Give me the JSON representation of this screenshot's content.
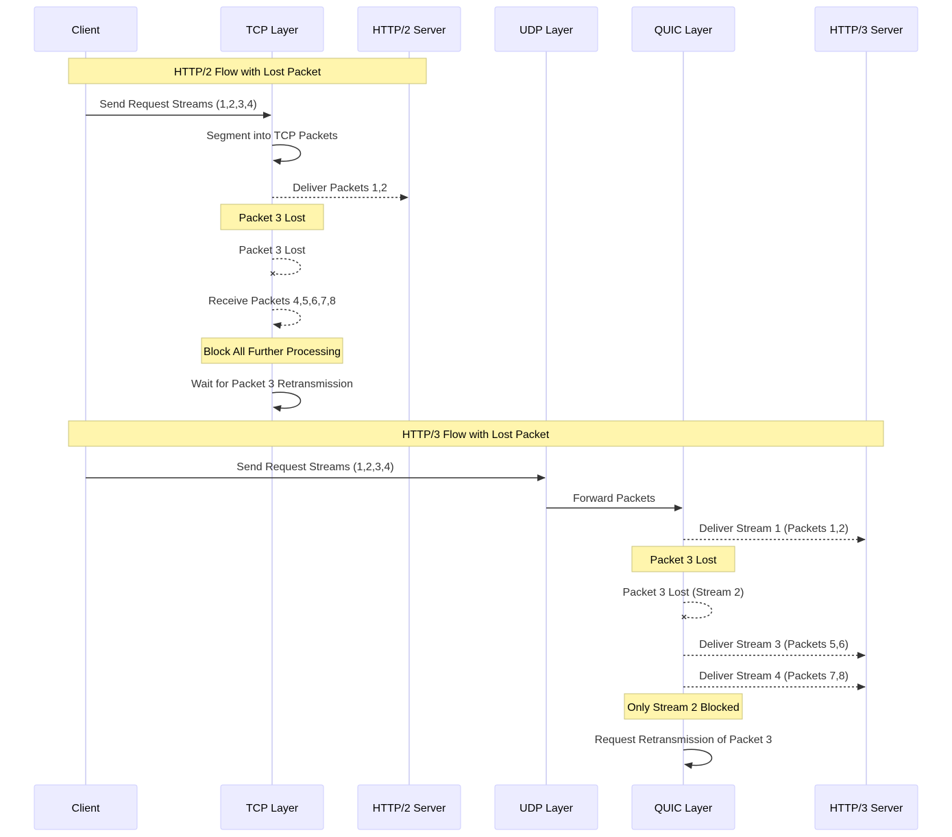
{
  "participants": [
    {
      "id": "client",
      "label": "Client"
    },
    {
      "id": "tcp",
      "label": "TCP Layer"
    },
    {
      "id": "h2",
      "label": "HTTP/2 Server"
    },
    {
      "id": "udp",
      "label": "UDP Layer"
    },
    {
      "id": "quic",
      "label": "QUIC Layer"
    },
    {
      "id": "h3",
      "label": "HTTP/3 Server"
    }
  ],
  "sections": [
    {
      "label": "HTTP/2 Flow with Lost Packet"
    },
    {
      "label": "HTTP/3 Flow with Lost Packet"
    }
  ],
  "notes": [
    {
      "label": "Packet 3 Lost"
    },
    {
      "label": "Block All Further Processing"
    },
    {
      "label": "Packet 3 Lost"
    },
    {
      "label": "Only Stream 2 Blocked"
    }
  ],
  "messages": [
    {
      "label": "Send Request Streams (1,2,3,4)",
      "from": "client",
      "to": "tcp",
      "style": "solid",
      "end": "arrow"
    },
    {
      "label": "Segment into TCP Packets",
      "from": "tcp",
      "to": "tcp",
      "style": "solid",
      "end": "arrow"
    },
    {
      "label": "Deliver Packets 1,2",
      "from": "tcp",
      "to": "h2",
      "style": "dashed",
      "end": "arrow"
    },
    {
      "label": "Packet 3 Lost",
      "from": "tcp",
      "to": "tcp",
      "style": "dashed",
      "end": "cross"
    },
    {
      "label": "Receive Packets 4,5,6,7,8",
      "from": "tcp",
      "to": "tcp",
      "style": "dashed",
      "end": "arrow"
    },
    {
      "label": "Wait for Packet 3 Retransmission",
      "from": "tcp",
      "to": "tcp",
      "style": "solid",
      "end": "arrow"
    },
    {
      "label": "Send Request Streams (1,2,3,4)",
      "from": "client",
      "to": "udp",
      "style": "solid",
      "end": "arrow"
    },
    {
      "label": "Forward Packets",
      "from": "udp",
      "to": "quic",
      "style": "solid",
      "end": "arrow"
    },
    {
      "label": "Deliver Stream 1 (Packets 1,2)",
      "from": "quic",
      "to": "h3",
      "style": "dashed",
      "end": "arrow"
    },
    {
      "label": "Packet 3 Lost (Stream 2)",
      "from": "quic",
      "to": "quic",
      "style": "dashed",
      "end": "cross"
    },
    {
      "label": "Deliver Stream 3 (Packets 5,6)",
      "from": "quic",
      "to": "h3",
      "style": "dashed",
      "end": "arrow"
    },
    {
      "label": "Deliver Stream 4 (Packets 7,8)",
      "from": "quic",
      "to": "h3",
      "style": "dashed",
      "end": "arrow"
    },
    {
      "label": "Request Retransmission of Packet 3",
      "from": "quic",
      "to": "quic",
      "style": "solid",
      "end": "arrow"
    }
  ],
  "colors": {
    "actor_fill": "#ECECFF",
    "actor_stroke": "#CCCCFF",
    "note_fill": "#FFF5AD",
    "note_stroke": "#C9C37A",
    "line": "#333333"
  }
}
